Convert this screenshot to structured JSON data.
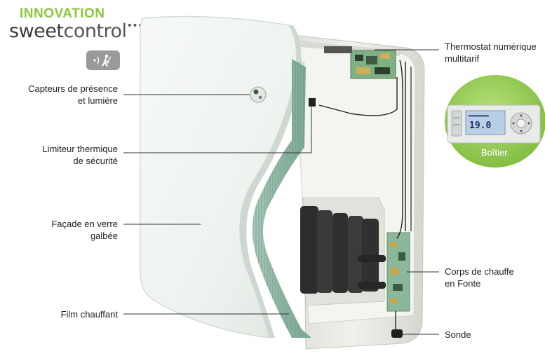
{
  "brand": {
    "innovation": "INNOVATION",
    "sweet": "sweet",
    "control": "control",
    "dots": "•••"
  },
  "badge": {
    "icon": "presence-sensor-icon"
  },
  "labels": {
    "capteurs_line1": "Capteurs de présence",
    "capteurs_line2": "et lumière",
    "limiteur_line1": "Limiteur thermique",
    "limiteur_line2": "de sécurité",
    "facade_line1": "Façade en verre",
    "facade_line2": "galbée",
    "film": "Film chauffant",
    "thermostat_line1": "Thermostat numérique",
    "thermostat_line2": "multitarif",
    "corps_line1": "Corps de chauffe",
    "corps_line2": "en Fonte",
    "sonde": "Sonde"
  },
  "boitier": {
    "label": "Boîtier",
    "lcd_value": "19.0",
    "accent_color": "#8cc63f"
  },
  "colors": {
    "brand_green": "#8cc63f",
    "radiator_body": "#eeeeea",
    "glass": "#f2f6f3",
    "film": "#8fb5a3"
  }
}
